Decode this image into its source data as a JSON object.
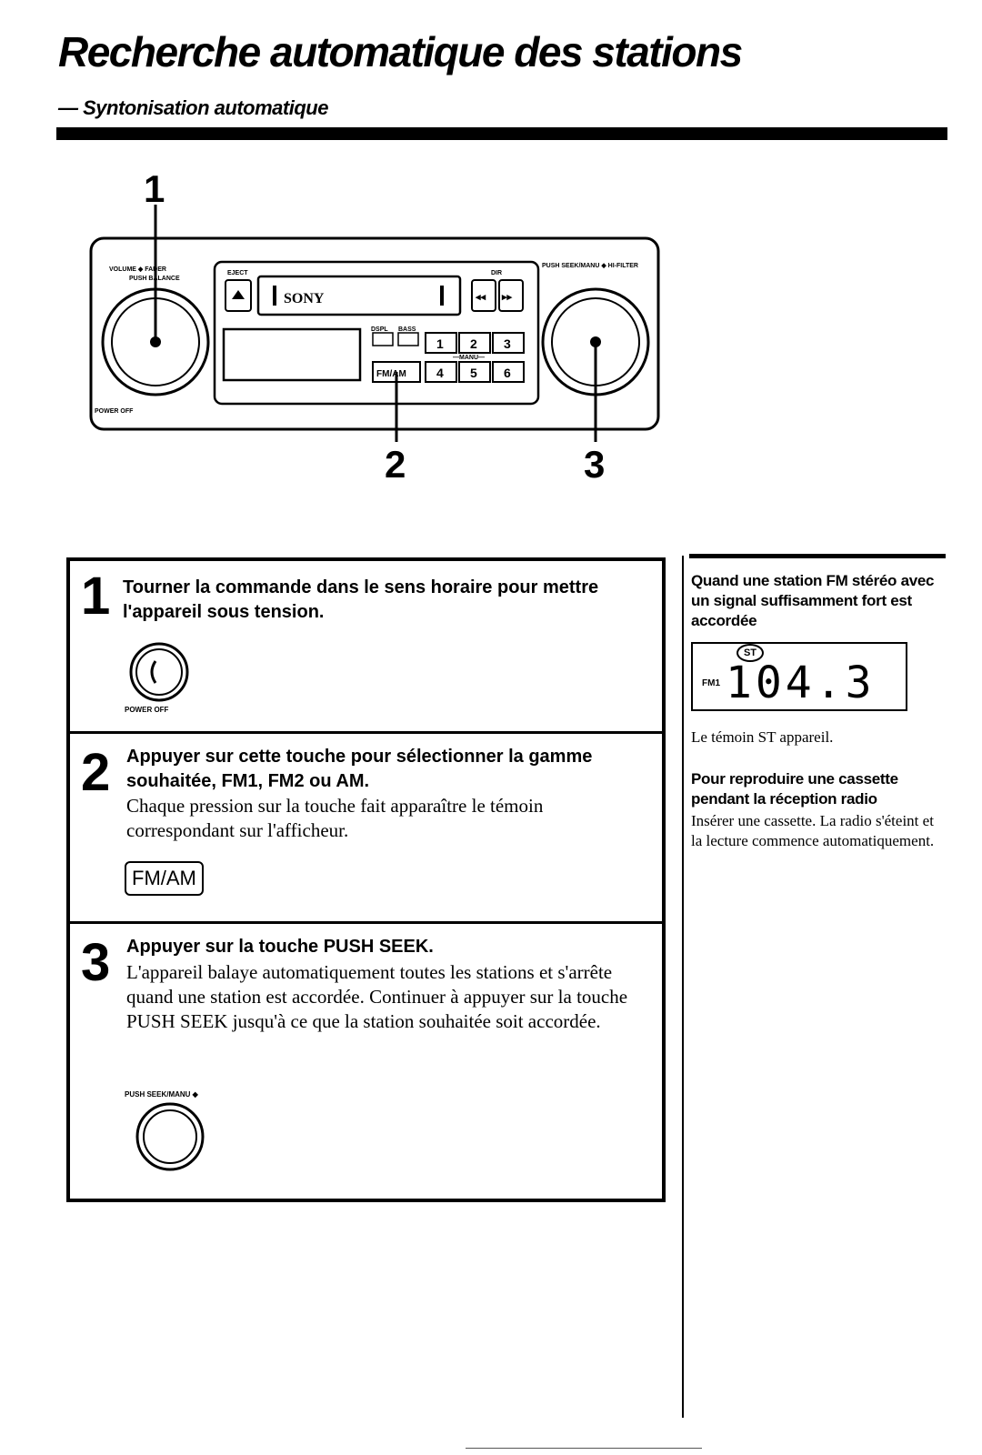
{
  "header": {
    "title": "Recherche automatique des stations",
    "subtitle": "— Syntonisation automatique"
  },
  "diagram": {
    "callouts": [
      "1",
      "2",
      "3"
    ],
    "labels": {
      "volume": "VOLUME ◆ FADER",
      "balance": "PUSH BALANCE",
      "power": "POWER OFF",
      "eject": "EJECT",
      "dir": "DIR",
      "brand": "SONY",
      "seek": "PUSH SEEK/MANU ◆ HI-FILTER",
      "dsp1": "DSPL",
      "dsp2": "BASS",
      "fmam": "FM/AM",
      "presets": [
        "1",
        "2",
        "3",
        "4",
        "5",
        "6"
      ],
      "manual": "—MANU—"
    }
  },
  "steps": [
    {
      "number": "1",
      "heading": "Tourner la commande dans le sens horaire pour mettre l'appareil sous tension.",
      "body": "",
      "figure_label": "POWER OFF"
    },
    {
      "number": "2",
      "heading": "Appuyer sur cette touche pour sélectionner la gamme souhaitée, FM1, FM2 ou AM.",
      "body": "Chaque pression sur la touche fait apparaître le témoin correspondant sur l'afficheur.",
      "figure_label": "FM/AM"
    },
    {
      "number": "3",
      "heading": "Appuyer sur la touche PUSH SEEK.",
      "body": "L'appareil balaye automatiquement toutes les stations et s'arrête quand une station est accordée. Continuer à appuyer sur la touche PUSH SEEK jusqu'à ce que la station souhaitée soit accordée.",
      "figure_label": "PUSH SEEK/MANU ◆"
    }
  ],
  "sidebar": {
    "note1_heading": "Quand une station FM stéréo avec un signal suffisamment fort est accordée",
    "display": {
      "st": "ST",
      "band": "FM1",
      "frequency": "104.3"
    },
    "note1_body": "Le témoin ST appareil.",
    "note2_heading": "Pour reproduire une cassette pendant la réception radio",
    "note2_body": "Insérer une cassette. La radio s'éteint et la lecture commence automatiquement."
  }
}
